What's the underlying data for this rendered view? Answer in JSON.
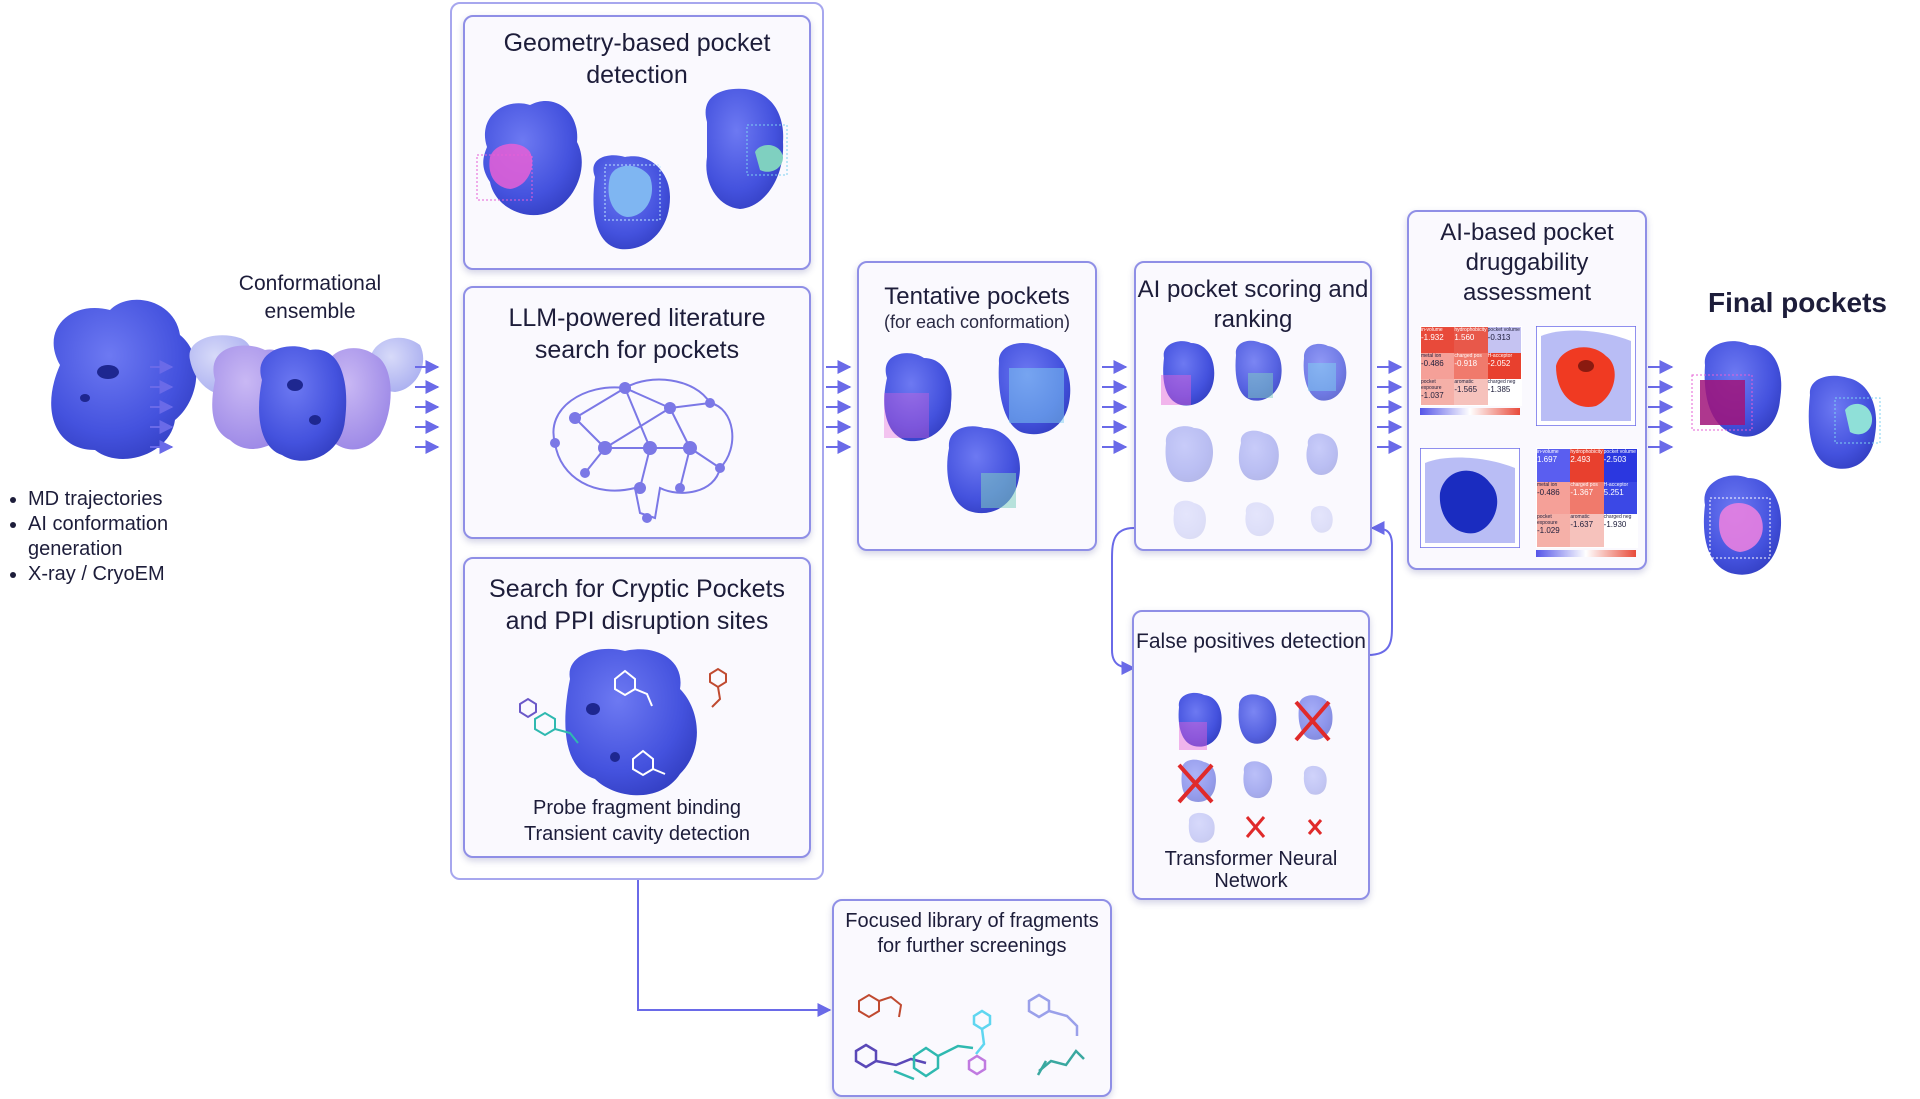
{
  "left": {
    "ensemble_label": "Conformational ensemble",
    "bullets": [
      "MD trajectories",
      "AI conformation generation",
      "X-ray / CryoEM"
    ]
  },
  "stage1": {
    "geometry": {
      "title": "Geometry-based pocket detection"
    },
    "llm": {
      "title": "LLM-powered literature search for pockets"
    },
    "cryptic": {
      "title": "Search for Cryptic Pockets and PPI disruption sites",
      "caption_line1": "Probe fragment binding",
      "caption_line2": "Transient cavity detection"
    }
  },
  "library": {
    "title": "Focused library of fragments for further screenings"
  },
  "tentative": {
    "title": "Tentative pockets",
    "subtitle": "(for each conformation)"
  },
  "scoring": {
    "title": "AI pocket scoring and ranking"
  },
  "false_pos": {
    "title": "False positives detection",
    "caption": "Transformer Neural Network"
  },
  "druggability": {
    "title": "AI-based pocket druggability assessment",
    "table_top": [
      [
        {
          "label": "in-volume",
          "value": "-1.932"
        },
        {
          "label": "hydrophobicity",
          "value": "1.560"
        },
        {
          "label": "pocket volume",
          "value": "-0.313"
        }
      ],
      [
        {
          "label": "metal ion",
          "value": "-0.486"
        },
        {
          "label": "charged pos",
          "value": "-0.918"
        },
        {
          "label": "H-acceptor",
          "value": "-2.052"
        }
      ],
      [
        {
          "label": "pocket exposure",
          "value": "-1.037"
        },
        {
          "label": "aromatic",
          "value": "-1.565"
        },
        {
          "label": "charged neg",
          "value": "-1.385"
        }
      ]
    ],
    "table_bottom": [
      [
        {
          "label": "in-volume",
          "value": "1.697"
        },
        {
          "label": "hydrophobicity",
          "value": "2.493"
        },
        {
          "label": "pocket volume",
          "value": "-2.503"
        }
      ],
      [
        {
          "label": "metal ion",
          "value": "-0.486"
        },
        {
          "label": "charged pos",
          "value": "-1.367"
        },
        {
          "label": "H-acceptor",
          "value": "5.251"
        }
      ],
      [
        {
          "label": "pocket exposure",
          "value": "-1.029"
        },
        {
          "label": "aromatic",
          "value": "-1.637"
        },
        {
          "label": "charged neg",
          "value": "-1.930"
        }
      ]
    ]
  },
  "final": {
    "title": "Final pockets"
  },
  "colors": {
    "protein": "#4f5be6",
    "protein_light": "#b9bdf5",
    "border": "#8f8fe6",
    "arrow": "#6a6ae8",
    "pocket_pink": "#e65fd6",
    "pocket_cyan": "#7fd0f0",
    "pocket_red": "#f03a22",
    "reject_x": "#e02a2a"
  }
}
